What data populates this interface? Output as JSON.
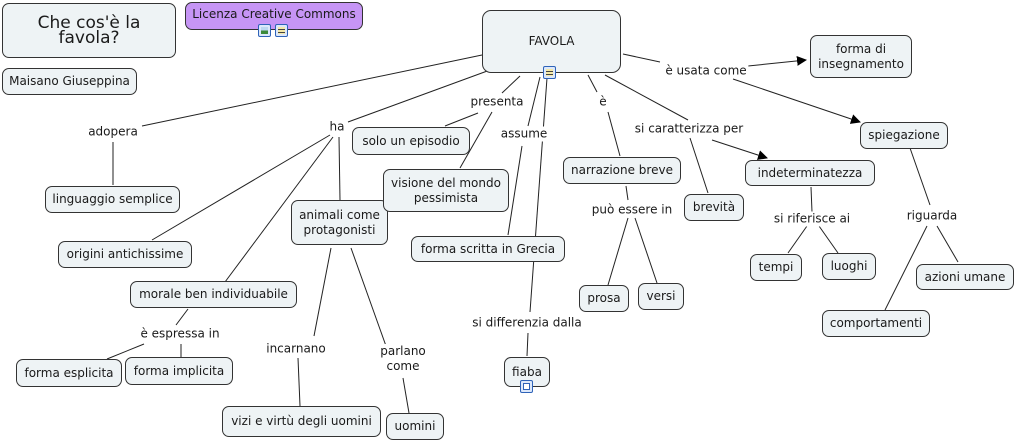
{
  "title": "Che cos'è la favola?",
  "author": "Maisano Giuseppina",
  "license": {
    "label": "Licenza Creative Commons",
    "icons": [
      "image-resource-icon",
      "document-resource-icon"
    ]
  },
  "root": {
    "label": "FAVOLA",
    "icon": "document-resource-icon"
  },
  "concepts": {
    "forma_insegnamento": "forma di\ninsegnamento",
    "spiegazione": "spiegazione",
    "linguaggio_semplice": "linguaggio semplice",
    "origini_antichissime": "origini antichissime",
    "morale": "morale ben individuabile",
    "forma_esplicita": "forma esplicita",
    "forma_implicita": "forma implicita",
    "animali": "animali come\nprotagonisti",
    "vizi": "vizi e virtù degli uomini",
    "uomini": "uomini",
    "solo_episodio": "solo un episodio",
    "visione": "visione del mondo\npessimista",
    "forma_scritta": "forma scritta in Grecia",
    "fiaba": "fiaba",
    "narrazione_breve": "narrazione breve",
    "prosa": "prosa",
    "versi": "versi",
    "brevita": "brevità",
    "indeterminatezza": "indeterminatezza",
    "tempi": "tempi",
    "luoghi": "luoghi",
    "azioni_umane": "azioni umane",
    "comportamenti": "comportamenti"
  },
  "linking_phrases": {
    "adopera": "adopera",
    "ha": "ha",
    "presenta": "presenta",
    "assume": "assume",
    "e": "è",
    "caratterizza": "si  caratterizza per",
    "usata_come": "è usata come",
    "espressa_in": "è  espressa in",
    "incarnano": "incarnano",
    "parlano_come": "parlano\ncome",
    "differenzia": "si differenzia dalla",
    "puo_essere": "può essere in",
    "riferisce": "si riferisce ai",
    "riguarda": "riguarda"
  },
  "fiaba_icon": "concept-map-link-icon"
}
